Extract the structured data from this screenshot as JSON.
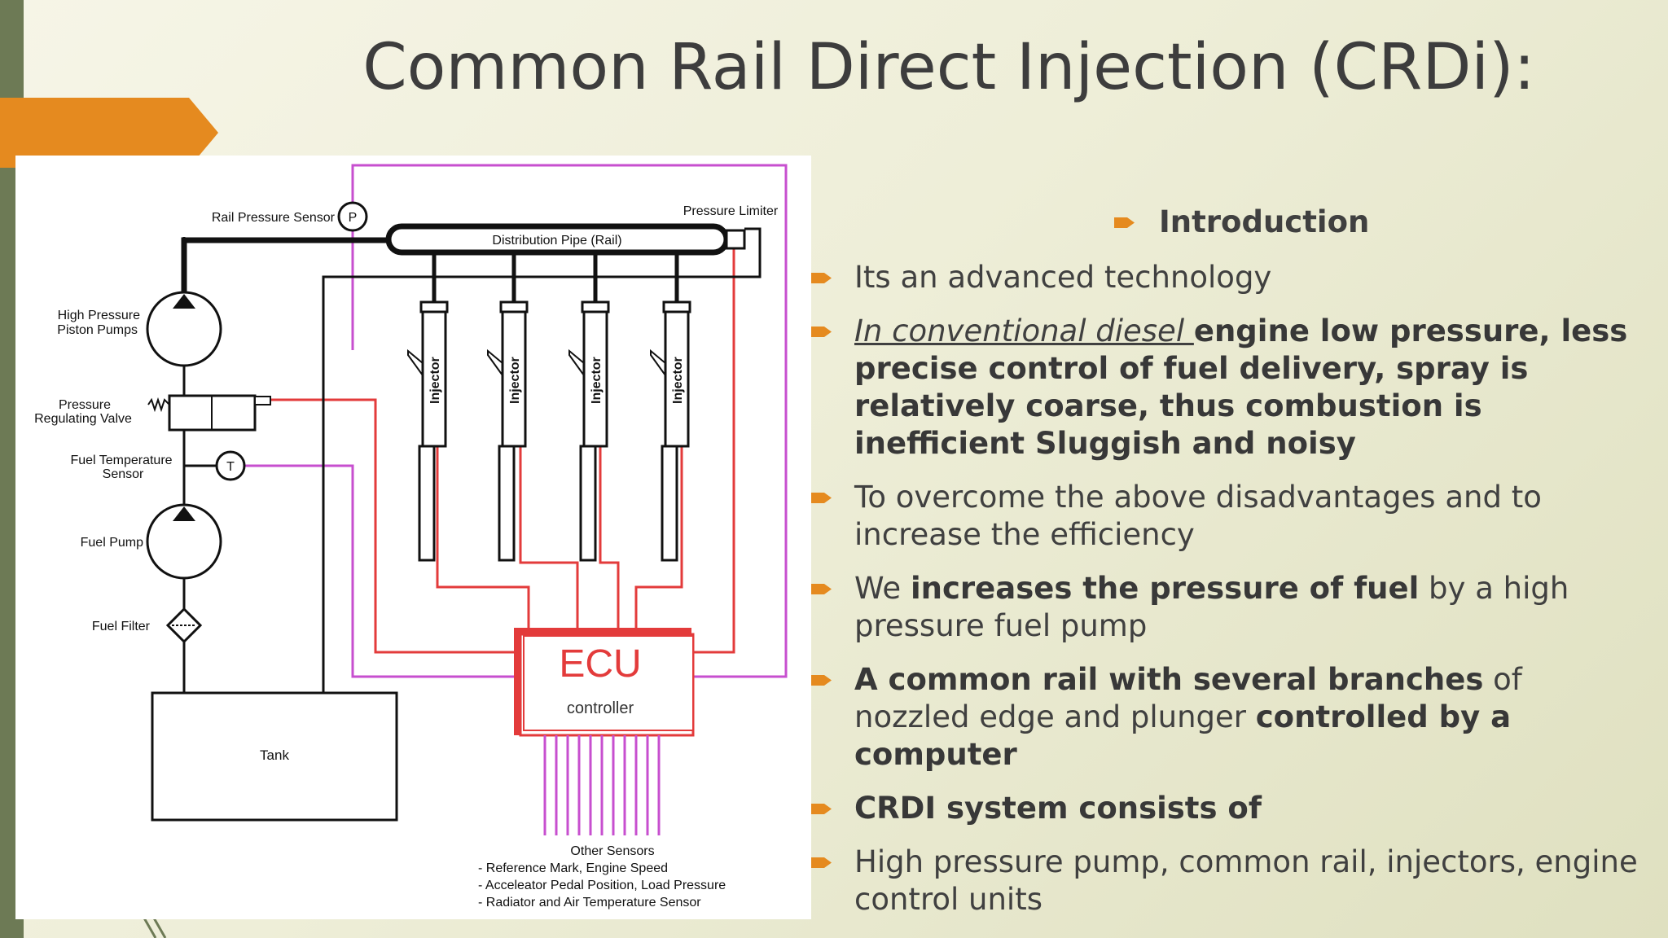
{
  "slide": {
    "title": "Common Rail Direct Injection (CRDi):"
  },
  "bullets": {
    "introduction": "Introduction",
    "b1": "Its an advanced technology",
    "b2_underlined": "In conventional diesel ",
    "b2_bold": "engine low pressure, less precise control of fuel delivery, spray is relatively coarse, thus combustion is inefficient Sluggish and noisy",
    "b3": "To overcome the above disadvantages and to increase the efficiency",
    "b4_a": "We ",
    "b4_bold": "increases the pressure of fuel",
    "b4_b": " by a high pressure fuel pump",
    "b5_bold_a": "A common rail with several branches",
    "b5_a": " of nozzled edge and plunger ",
    "b5_bold_b": "controlled by a computer",
    "b6_bold": "CRDI system consists of",
    "b7": "High pressure pump, common rail, injectors, engine control units"
  },
  "diagram": {
    "rail_pressure_sensor": "Rail Pressure Sensor",
    "p_symbol": "P",
    "distribution_pipe": "Distribution Pipe (Rail)",
    "pressure_limiter": "Pressure Limiter",
    "hp_pumps_line1": "High Pressure",
    "hp_pumps_line2": "Piston Pumps",
    "prv_line1": "Pressure",
    "prv_line2": "Regulating Valve",
    "fts_line1": "Fuel Temperature",
    "fts_line2": "Sensor",
    "t_symbol": "T",
    "fuel_pump": "Fuel Pump",
    "fuel_filter": "Fuel Filter",
    "tank": "Tank",
    "injector": "Injector",
    "ecu": "ECU",
    "controller": "controller",
    "other_sensors": "Other Sensors",
    "sensor_1": "- Reference Mark, Engine Speed",
    "sensor_2": "- Acceleator Pedal Position, Load Pressure",
    "sensor_3": "- Radiator and Air Temperature Sensor"
  },
  "colors": {
    "accent_orange": "#e58a1f",
    "sidebar_green": "#6d7a55",
    "ecu_red": "#e33b3b",
    "wire_magenta": "#c74fcf"
  }
}
